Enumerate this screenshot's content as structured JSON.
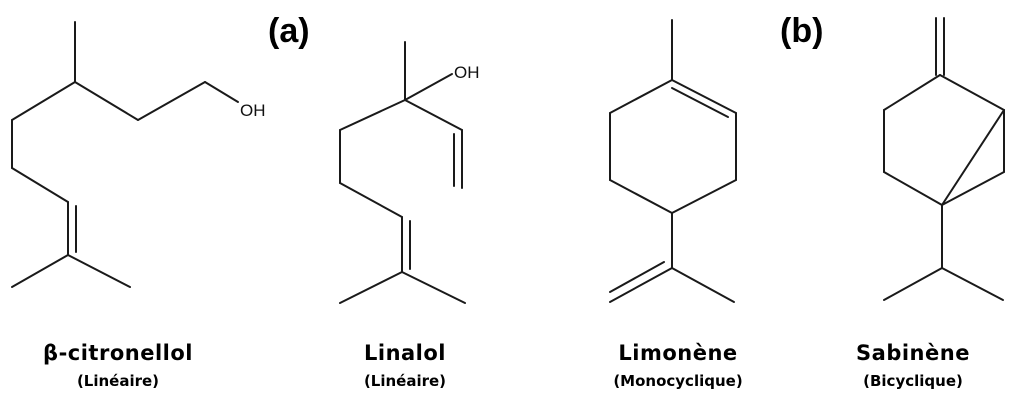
{
  "panel_labels": {
    "a": "(a)",
    "b": "(b)"
  },
  "molecules": [
    {
      "id": "citronellol",
      "name": "β-citronellol",
      "class": "(Linéaire)",
      "group_label": "OH"
    },
    {
      "id": "linalol",
      "name": "Linalol",
      "class": "(Linéaire)",
      "group_label": "OH"
    },
    {
      "id": "limonene",
      "name": "Limonène",
      "class": "(Monocyclique)"
    },
    {
      "id": "sabinene",
      "name": "Sabinène",
      "class": "(Bicyclique)"
    }
  ]
}
